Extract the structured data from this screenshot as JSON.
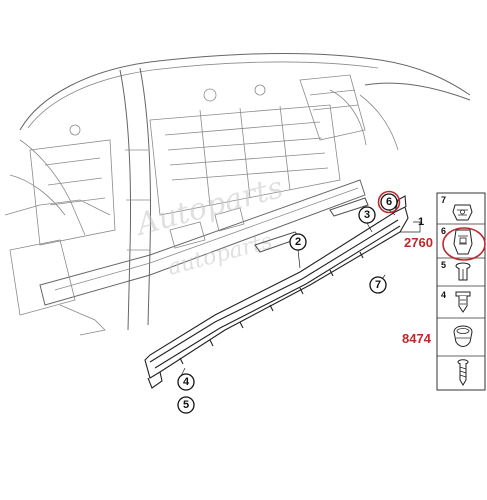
{
  "callouts": [
    {
      "label": "1"
    },
    {
      "label": "2"
    },
    {
      "label": "3"
    },
    {
      "label": "4"
    },
    {
      "label": "5"
    },
    {
      "label": "6"
    },
    {
      "label": "7"
    }
  ],
  "legend": {
    "rows": [
      {
        "label": "7",
        "part": "u-nut-clip"
      },
      {
        "label": "6",
        "part": "retaining-clip"
      },
      {
        "label": "5",
        "part": "expanding-rivet"
      },
      {
        "label": "4",
        "part": "push-rivet"
      },
      {
        "label": "",
        "part": "grommet"
      },
      {
        "label": "",
        "part": "screw"
      }
    ]
  },
  "annotations": {
    "red_number_1": "2760",
    "red_number_2": "8474"
  },
  "colors": {
    "highlight_red": "#c0282d",
    "line_dark": "#222222",
    "line_gray": "#8a8a8a"
  }
}
